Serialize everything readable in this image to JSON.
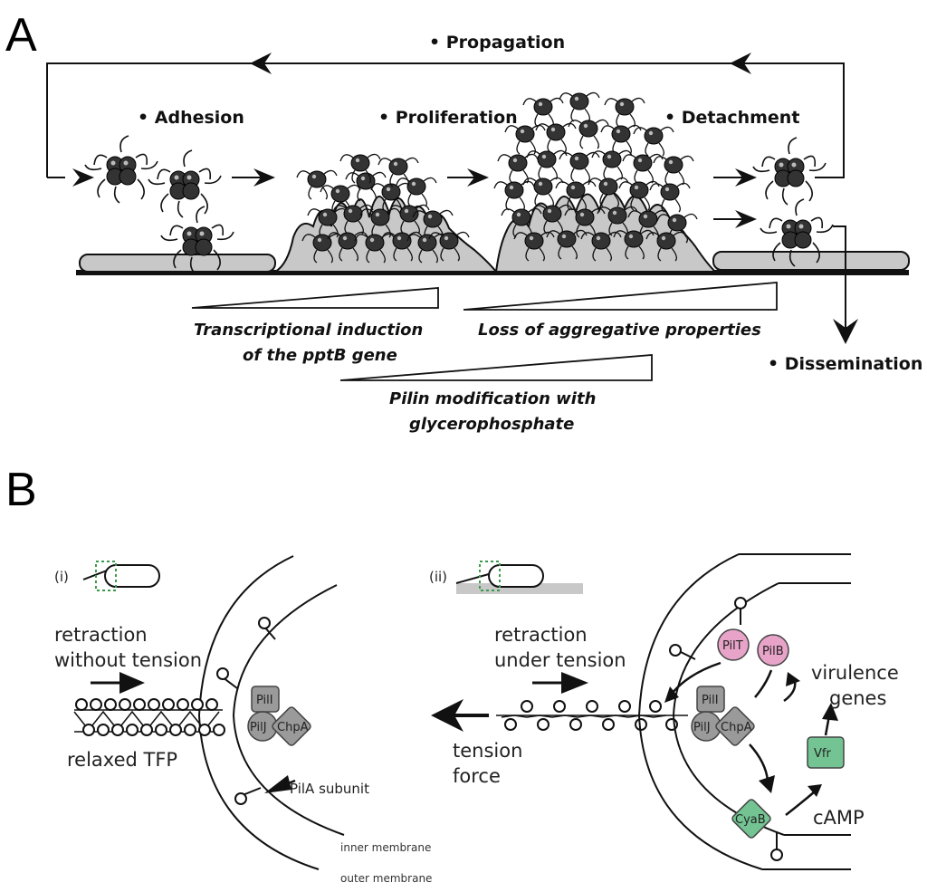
{
  "panelA": {
    "letter": "A",
    "propagation": "• Propagation",
    "adhesion": "• Adhesion",
    "proliferation": "• Proliferation",
    "detachment": "• Detachment",
    "dissemination": "• Dissemination",
    "transcriptional_line1": "Transcriptional induction",
    "transcriptional_line2": "of the pptB gene",
    "loss": "Loss of aggregative properties",
    "pilin_line1": "Pilin modification with",
    "pilin_line2": "glycerophosphate"
  },
  "panelB": {
    "letter": "B",
    "label_i": "(i)",
    "label_ii": "(ii)",
    "retraction_without_1": "retraction",
    "retraction_without_2": "without tension",
    "relaxed": "relaxed TFP",
    "pila_subunit": "PilA subunit",
    "inner_membrane": "inner membrane",
    "outer_membrane": "outer membrane",
    "retraction_under_1": "retraction",
    "retraction_under_2": "under tension",
    "tension_1": "tension",
    "tension_2": "force",
    "virulence_1": "virulence",
    "virulence_2": "genes",
    "camp": "cAMP",
    "proteins": {
      "pili": "PilI",
      "pilj": "PilJ",
      "chpa": "ChpA",
      "pilt": "PilT",
      "pilb": "PilB",
      "vfr": "Vfr",
      "cyab": "CyaB"
    },
    "colors": {
      "gray_protein": "#9a9a9a",
      "pink_protein": "#e8a3c8",
      "green_protein": "#74c493",
      "biofilm": "#c8c8c8"
    }
  }
}
